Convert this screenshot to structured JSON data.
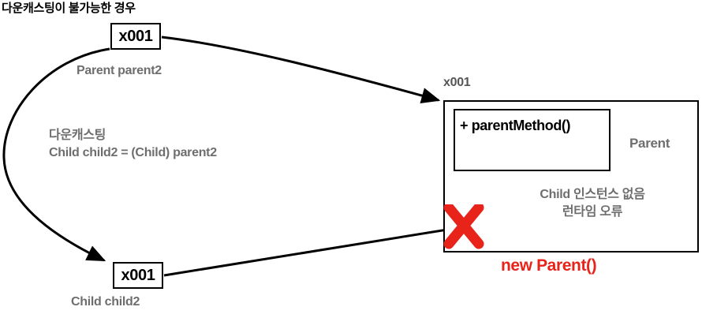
{
  "diagram": {
    "title": "다운캐스팅이 불가능한 경우",
    "stack": {
      "parent_ref": {
        "address": "x001",
        "declaration": "Parent parent2"
      },
      "child_ref": {
        "address": "x001",
        "declaration": "Child child2"
      }
    },
    "note": {
      "line1": "다운캐스팅",
      "line2": "Child child2 = (Child) parent2"
    },
    "heap": {
      "address": "x001",
      "class_name": "Parent",
      "method": "+ parentMethod()",
      "error": {
        "line1": "Child 인스턴스 없음",
        "line2": "런타임 오류"
      },
      "constructor": "new Parent()"
    },
    "icons": {
      "x_mark": "red-x-icon",
      "arrow": "arrow-icon"
    },
    "colors": {
      "stroke": "#000000",
      "grey_text": "#6e6e6e",
      "error_red": "#e8231a",
      "background": "#ffffff"
    }
  }
}
